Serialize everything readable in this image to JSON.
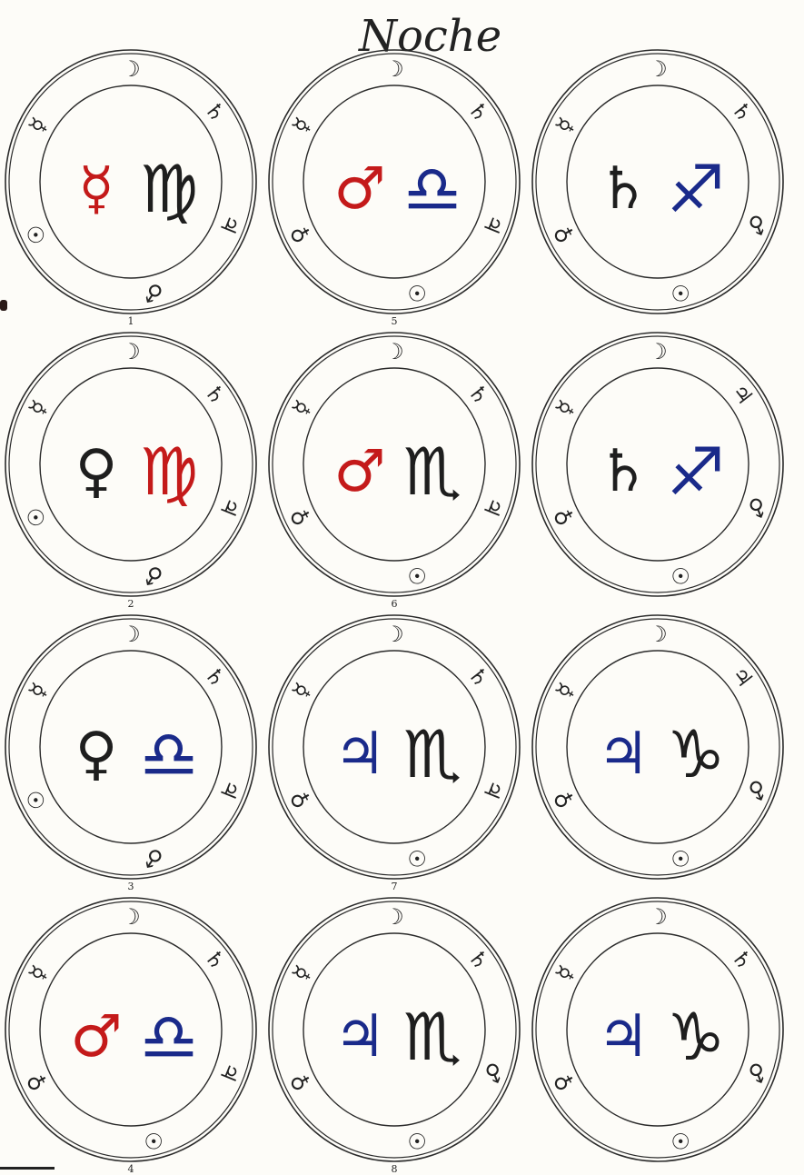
{
  "title": "Noche",
  "colors": {
    "red": "#c41a1a",
    "blue": "#1a2a8a",
    "ink": "#1e1e1e"
  },
  "seals": [
    {
      "number": "1",
      "outer": [
        "☽",
        "♄",
        "♃",
        "♂",
        "☉",
        "☿"
      ],
      "inner": [
        {
          "glyph": "☿",
          "color": "#c41a1a"
        },
        {
          "glyph": "♍",
          "color": "#1e1e1e"
        }
      ]
    },
    {
      "number": "5",
      "outer": [
        "☽",
        "♄",
        "♃",
        "☉",
        "♀",
        "☿"
      ],
      "inner": [
        {
          "glyph": "♂",
          "color": "#c41a1a"
        },
        {
          "glyph": "♎",
          "color": "#1a2a8a"
        }
      ]
    },
    {
      "number": "",
      "outer": [
        "☽",
        "♄",
        "♂",
        "☉",
        "♀",
        "☿"
      ],
      "inner": [
        {
          "glyph": "♄",
          "color": "#1e1e1e"
        },
        {
          "glyph": "♐",
          "color": "#1a2a8a"
        }
      ]
    },
    {
      "number": "2",
      "outer": [
        "☽",
        "♄",
        "♃",
        "♂",
        "☉",
        "☿"
      ],
      "inner": [
        {
          "glyph": "♀",
          "color": "#1e1e1e"
        },
        {
          "glyph": "♍",
          "color": "#c41a1a"
        }
      ]
    },
    {
      "number": "6",
      "outer": [
        "☽",
        "♄",
        "♃",
        "☉",
        "♀",
        "☿"
      ],
      "inner": [
        {
          "glyph": "♂",
          "color": "#c41a1a"
        },
        {
          "glyph": "♏",
          "color": "#1e1e1e"
        }
      ]
    },
    {
      "number": "",
      "outer": [
        "☽",
        "♃",
        "♂",
        "☉",
        "♀",
        "☿"
      ],
      "inner": [
        {
          "glyph": "♄",
          "color": "#1e1e1e"
        },
        {
          "glyph": "♐",
          "color": "#1a2a8a"
        }
      ]
    },
    {
      "number": "3",
      "outer": [
        "☽",
        "♄",
        "♃",
        "♂",
        "☉",
        "☿"
      ],
      "inner": [
        {
          "glyph": "♀",
          "color": "#1e1e1e"
        },
        {
          "glyph": "♎",
          "color": "#1a2a8a"
        }
      ]
    },
    {
      "number": "7",
      "outer": [
        "☽",
        "♄",
        "♃",
        "☉",
        "♀",
        "☿"
      ],
      "inner": [
        {
          "glyph": "♃",
          "color": "#1a2a8a"
        },
        {
          "glyph": "♏",
          "color": "#1e1e1e"
        }
      ]
    },
    {
      "number": "",
      "outer": [
        "☽",
        "♃",
        "♂",
        "☉",
        "♀",
        "☿"
      ],
      "inner": [
        {
          "glyph": "♃",
          "color": "#1a2a8a"
        },
        {
          "glyph": "♑",
          "color": "#1e1e1e"
        }
      ]
    },
    {
      "number": "4",
      "outer": [
        "☽",
        "♄",
        "♃",
        "☉",
        "♀",
        "☿"
      ],
      "inner": [
        {
          "glyph": "♂",
          "color": "#c41a1a"
        },
        {
          "glyph": "♎",
          "color": "#1a2a8a"
        }
      ]
    },
    {
      "number": "8",
      "outer": [
        "☽",
        "♄",
        "♂",
        "☉",
        "♀",
        "☿"
      ],
      "inner": [
        {
          "glyph": "♃",
          "color": "#1a2a8a"
        },
        {
          "glyph": "♏",
          "color": "#1e1e1e"
        }
      ]
    },
    {
      "number": "",
      "outer": [
        "☽",
        "♄",
        "♂",
        "☉",
        "♀",
        "☿"
      ],
      "inner": [
        {
          "glyph": "♃",
          "color": "#1a2a8a"
        },
        {
          "glyph": "♑",
          "color": "#1e1e1e"
        }
      ]
    }
  ]
}
